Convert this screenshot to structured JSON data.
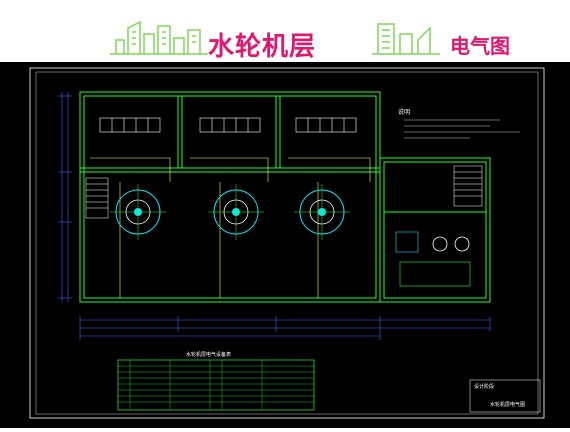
{
  "banner": {
    "title": "水轮机层",
    "subtitle": "电气图",
    "accent_color": "#e0176f",
    "decoration_color": "#7ed957"
  },
  "drawing": {
    "background": "#000000",
    "notes_heading": "说明",
    "table_title": "水轮机层电气设备表",
    "stamp_line1": "设计阶段",
    "stamp_line2": "水轮机层电气图",
    "line_colors": {
      "primary": "#22ff22",
      "secondary": "#ffffff",
      "accent": "#00e5ff",
      "dimension": "#3366ff",
      "label": "#ffff33"
    }
  }
}
